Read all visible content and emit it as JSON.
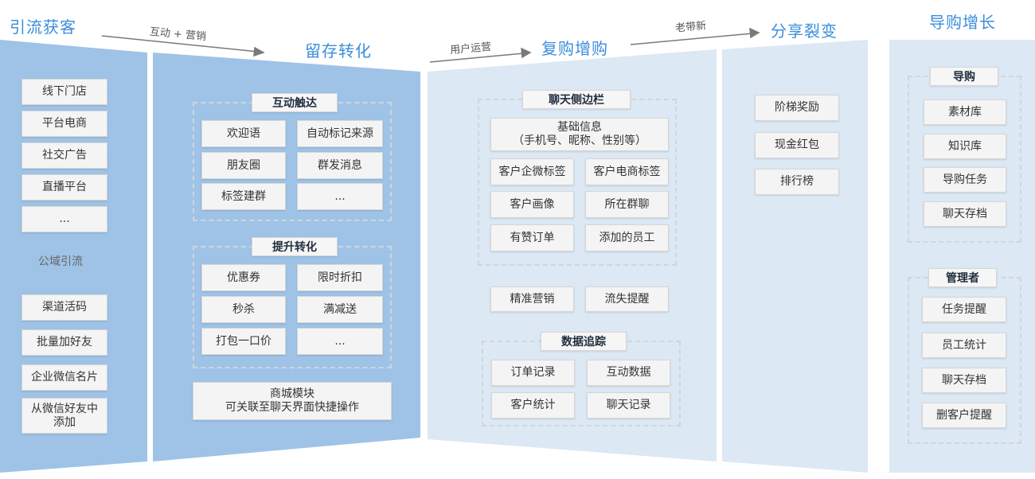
{
  "stages": {
    "acquire": "引流获客",
    "retain": "留存转化",
    "repurchase": "复购增购",
    "fission": "分享裂变",
    "guide": "导购增长"
  },
  "arrows": {
    "a1": "互动 + 营销",
    "a2": "用户运营",
    "a3": "老带新"
  },
  "acquire": {
    "top_items": [
      "线下门店",
      "平台电商",
      "社交广告",
      "直播平台",
      "..."
    ],
    "middle_label": "公域引流",
    "bottom_items": [
      "渠道活码",
      "批量加好友",
      "企业微信名片",
      "从微信好友中添加"
    ]
  },
  "retain": {
    "group1": {
      "title": "互动触达",
      "items": [
        "欢迎语",
        "自动标记来源",
        "朋友圈",
        "群发消息",
        "标签建群",
        "..."
      ]
    },
    "group2": {
      "title": "提升转化",
      "items": [
        "优惠券",
        "限时折扣",
        "秒杀",
        "满减送",
        "打包一口价",
        "..."
      ]
    },
    "mall_line1": "商城模块",
    "mall_line2": "可关联至聊天界面快捷操作"
  },
  "repurchase": {
    "sidebar": {
      "title": "聊天侧边栏",
      "basic_line1": "基础信息",
      "basic_line2": "（手机号、昵称、性别等）",
      "items": [
        "客户企微标签",
        "客户电商标签",
        "客户画像",
        "所在群聊",
        "有赞订单",
        "添加的员工"
      ]
    },
    "mid_items": [
      "精准营销",
      "流失提醒"
    ],
    "tracking": {
      "title": "数据追踪",
      "items": [
        "订单记录",
        "互动数据",
        "客户统计",
        "聊天记录"
      ]
    }
  },
  "fission": {
    "items": [
      "阶梯奖励",
      "现金红包",
      "排行榜"
    ]
  },
  "guide": {
    "group1": {
      "title": "导购",
      "items": [
        "素材库",
        "知识库",
        "导购任务",
        "聊天存档"
      ]
    },
    "group2": {
      "title": "管理者",
      "items": [
        "任务提醒",
        "员工统计",
        "聊天存档",
        "删客户提醒"
      ]
    }
  },
  "colors": {
    "title_blue": "#3b8ddb",
    "panel_dark": "#9ec3e6",
    "panel_light": "#dce8f4"
  }
}
